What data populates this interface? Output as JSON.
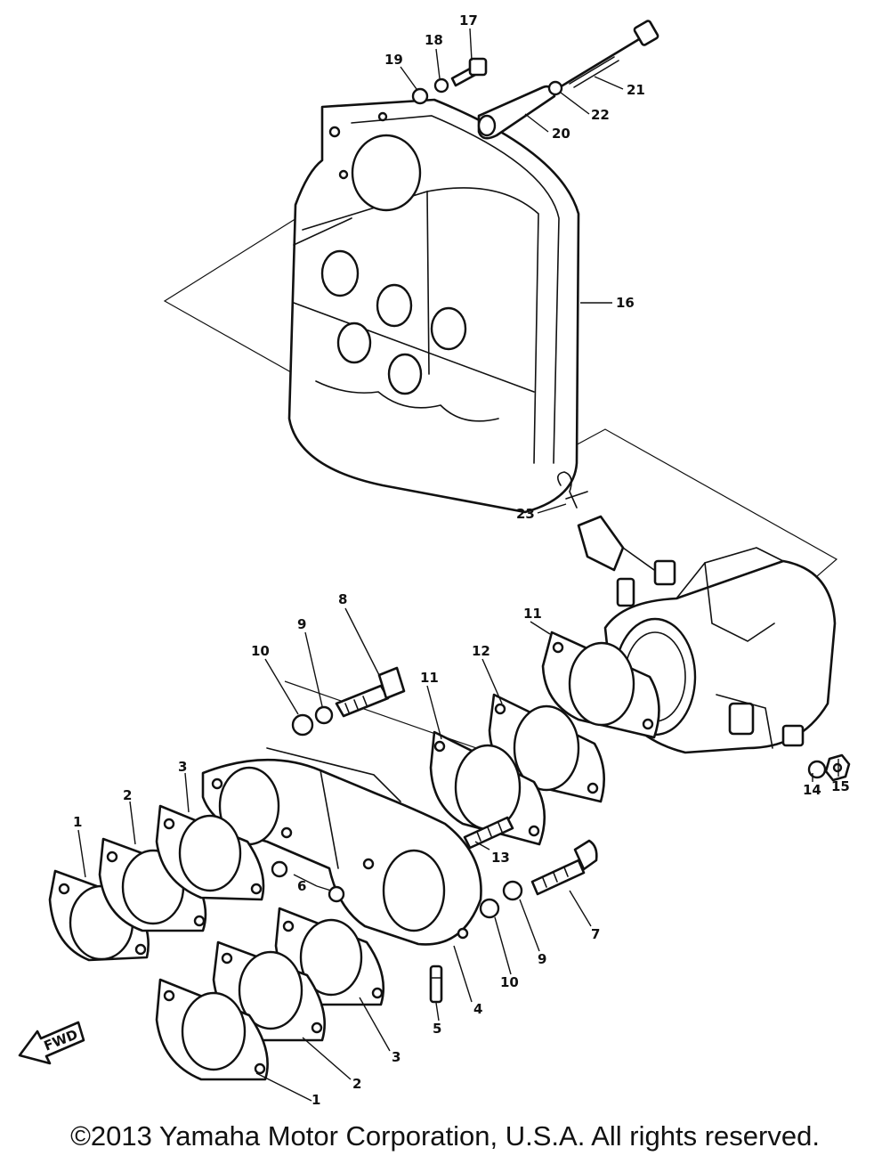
{
  "diagram": {
    "callouts": [
      "1",
      "2",
      "3",
      "4",
      "5",
      "6",
      "7",
      "8",
      "9",
      "10",
      "11",
      "12",
      "13",
      "14",
      "15",
      "16",
      "17",
      "18",
      "19",
      "20",
      "21",
      "22",
      "23"
    ],
    "direction_label": "FWD"
  },
  "footer": {
    "copyright": "©2013 Yamaha Motor Corporation, U.S.A. All rights reserved."
  },
  "colors": {
    "ink": "#111111",
    "paper": "#ffffff"
  }
}
